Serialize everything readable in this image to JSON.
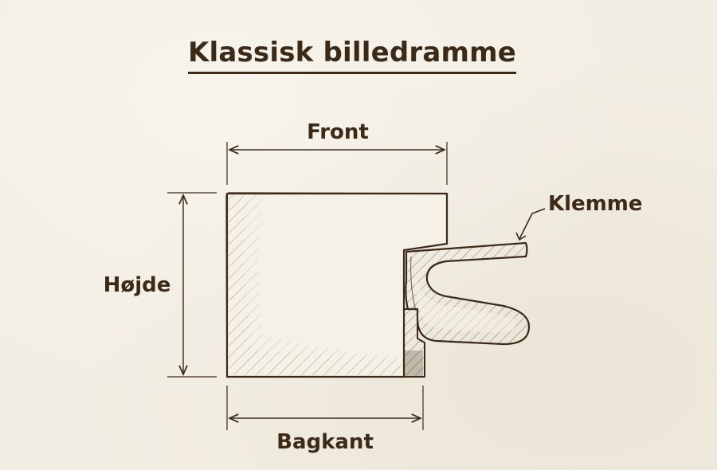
{
  "title": "Klassisk billedramme",
  "labels": {
    "front": "Front",
    "height": "Højde",
    "back": "Bagkant",
    "clip": "Klemme"
  },
  "colors": {
    "ink": "#3c2a19",
    "paper": "#f3eee3"
  }
}
